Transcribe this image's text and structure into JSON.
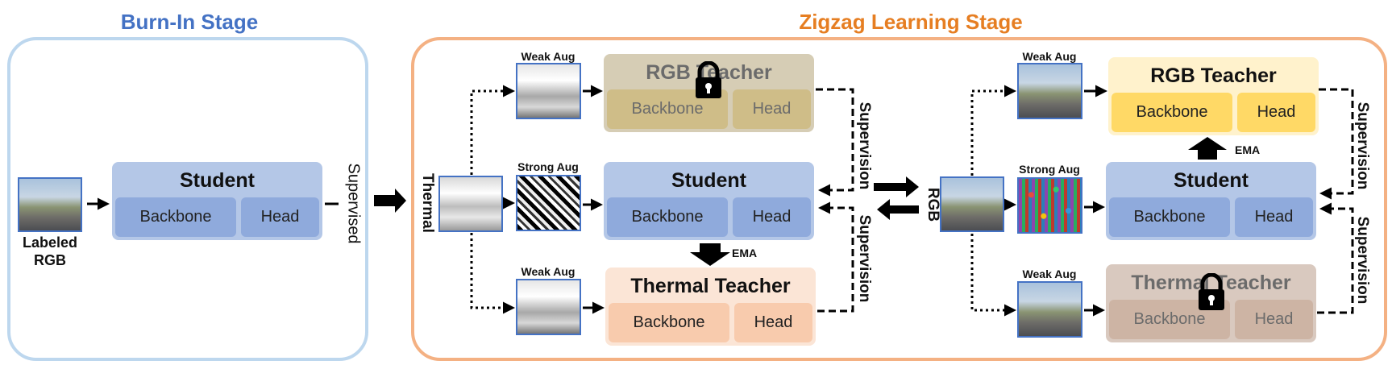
{
  "stages": {
    "burn_in": {
      "title": "Burn-In Stage",
      "color": "#4472c4"
    },
    "zigzag": {
      "title": "Zigzag Learning Stage",
      "color": "#e67e22"
    }
  },
  "labels": {
    "labeled_rgb": "Labeled\nRGB",
    "supervised": "Supervised",
    "thermal": "Thermal",
    "rgb": "RGB",
    "weak_aug": "Weak Aug",
    "strong_aug": "Strong Aug",
    "ema": "EMA",
    "supervision": "Supervision"
  },
  "modules": {
    "student": "Student",
    "rgb_teacher": "RGB Teacher",
    "thermal_teacher": "Thermal Teacher",
    "backbone": "Backbone",
    "head": "Head"
  },
  "icons": [
    "lock-icon",
    "arrow-right-icon",
    "arrow-down-icon",
    "arrow-up-icon",
    "arrow-left-icon"
  ],
  "colors": {
    "student_outer": "#b4c7e7",
    "student_inner": "#8faadc",
    "rgb_teacher_locked_outer": "#d6cdb5",
    "rgb_teacher_locked_inner": "#cfbd88",
    "rgb_teacher_outer": "#fff2cc",
    "rgb_teacher_inner": "#ffd966",
    "thermal_teacher_outer": "#fbe5d6",
    "thermal_teacher_inner": "#f8cbad",
    "thermal_teacher_locked_outer": "#d9c9bf",
    "thermal_teacher_locked_inner": "#cdb4a4",
    "burn_in_frame": "#bdd7ee",
    "zigzag_frame": "#f4b183"
  }
}
